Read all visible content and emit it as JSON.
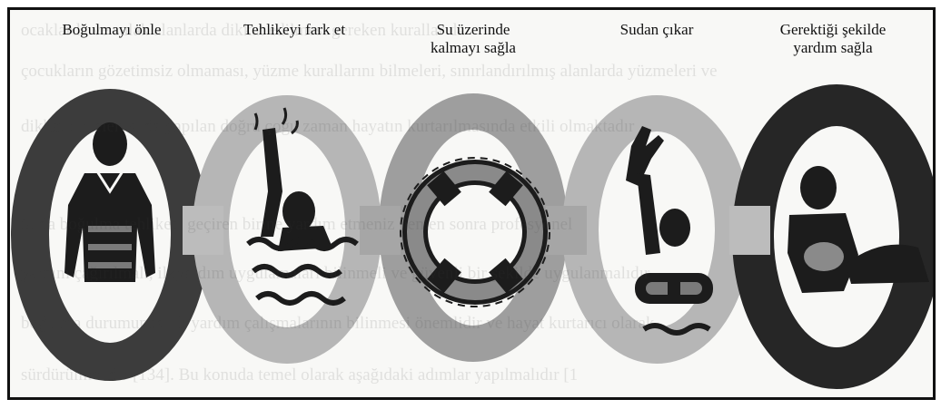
{
  "steps": [
    {
      "label": "Boğulmayı önle",
      "icon": "life-jacket-icon"
    },
    {
      "label": "Tehlikeyi fark et",
      "icon": "drowning-person-icon"
    },
    {
      "label": "Su üzerinde kalmayı sağla",
      "line1": "Su üzerinde",
      "line2": "kalmayı sağla",
      "icon": "life-ring-icon"
    },
    {
      "label": "Sudan çıkar",
      "icon": "reaching-hand-icon"
    },
    {
      "label": "Gerektiği şekilde yardım sağla",
      "line1": "Gerektiği şekilde",
      "line2": "yardım sağla",
      "icon": "first-aid-person-icon"
    }
  ],
  "bleed_through_text": [
    "ocaklarda ve sulak alanlarda dikkat edilmesi gereken kurallar da",
    "çocukların gözetimsiz olmaması, yüzme kurallarını bilmeleri, sınırlandırılmış alanlarda yüzmeleri ve",
    "dikkat etmeleri suda yapılan doğru çoğu zaman hayatın kurtarılmasında etkili olmaktadır",
    "Suda boğulma tehlikesi geçiren birine yardım etmeniz hemen sonra profesyonel",
    "yardım çağırılmalı, ilkyardım uygulamaları bilinmeli ve güvenli bir şekilde uygulanmalıdır",
    "boğulma durumunda ilk yardım çalışmalarının bilinmesi önemlidir ve hayat kurtarıcı olarak",
    "sürdürülmelidir [134]. Bu konuda temel olarak aşağıdaki adımlar yapılmalıdır [1"
  ],
  "colors": {
    "dark_ring": "#3c3c3c",
    "light_ring": "#b4b4b4",
    "mid_ring": "#9a9a9a",
    "figure": "#1c1c1c",
    "lifejacket_band": "#7a7a7a",
    "background": "#f8f8f6"
  }
}
